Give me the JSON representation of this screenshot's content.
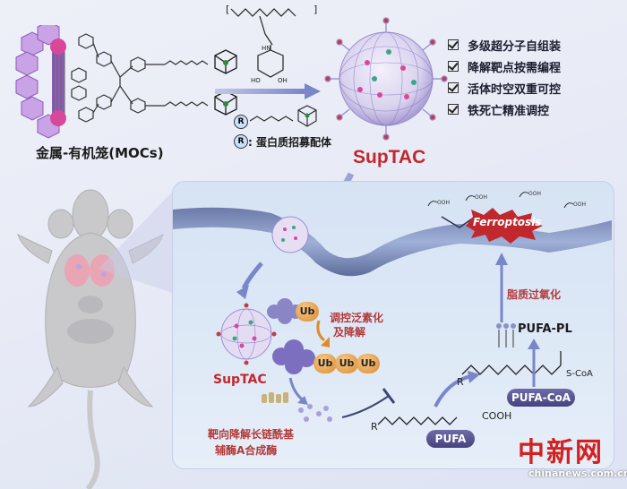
{
  "moc_label": "金属-有机笼(MOCs)",
  "ligand_r_label": "R",
  "receptor_label": ": 蛋白质招募配体",
  "suptac_title": "SupTAC",
  "suptac_lower": "SupTAC",
  "checklist": [
    "多级超分子自组装",
    "降解靶点按需编程",
    "活体时空双重可控",
    "铁死亡精准调控"
  ],
  "ferroptosis": "Ferroptosis",
  "lipid_ox": "脂质过氧化",
  "pufa_pl": "PUFA-PL",
  "pufa_coa": "PUFA-CoA",
  "scoa": "S-CoA",
  "cooh": "COOH",
  "pufa": "PUFA",
  "regulate": [
    "调控泛素化",
    "及降解"
  ],
  "ub": "Ub",
  "target": [
    "靶向降解长链酰基",
    "辅酶A合成酶"
  ],
  "r_letter": "R",
  "watermark_cn": "中新网",
  "watermark_url": "chinanews.com.cn",
  "colors": {
    "accent_red": "#c0282d",
    "arrow_purple": "#7b86c8",
    "pill_purple": "#4b478a"
  }
}
